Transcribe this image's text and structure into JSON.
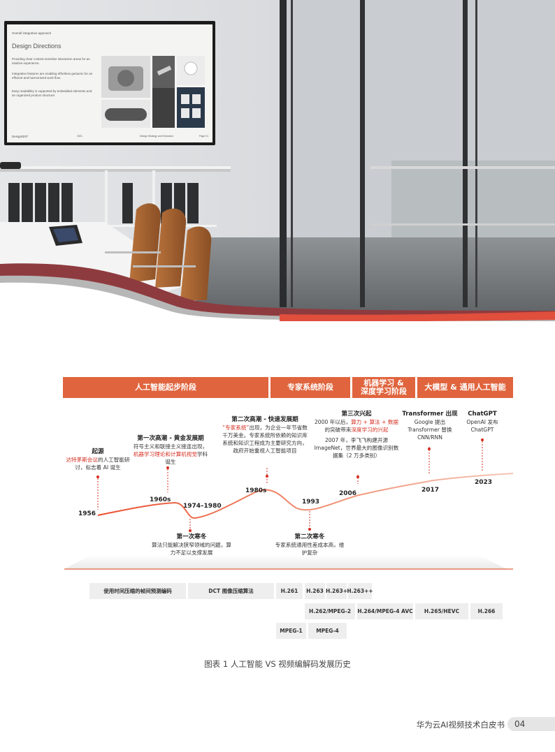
{
  "screen": {
    "eyebrow": "Overall integrative approach",
    "title": "Design Directions",
    "para1": "Providing clear context-sensitive interaction areas for an intuitive experience.",
    "para2": "Integrative features are enabling effortless gestures for an efficient and harmonized work flow.",
    "para3": "Easy readability is supported by embedded elements and an organized product structure.",
    "brand": "DesignDNT",
    "foot1": "2021",
    "foot2": "Design Strategy and Execution",
    "foot3": "Page 01"
  },
  "phases": [
    {
      "label": "人工智能起步阶段"
    },
    {
      "label": "专家系统阶段"
    },
    {
      "label": "机器学习 &\n深度学习阶段"
    },
    {
      "label": "大模型 & 通用人工智能"
    }
  ],
  "events": {
    "origin": {
      "title": "起源",
      "red_text": "达特茅斯会议",
      "text": "的人工智能研讨，标志着 AI 诞生"
    },
    "wave1": {
      "title": "第一次高潮 - 黄金发展期",
      "text1": "符号主义和联接主义接连出现，",
      "red_text": "机器学习理论和计算机视觉",
      "text2": "学科诞生"
    },
    "wave2": {
      "title": "第二次高潮 - 快速发展期",
      "red_text": "“专家系统”",
      "text": "出现，为企业一年节省数千万美金。专家系统所依赖的知识库系统和知识工程成为主要研究方向，政府开始重视人工智能项目"
    },
    "wave3": {
      "title": "第三次兴起",
      "text1": "2000 年以后，",
      "red_text1": "算力 + 算法 + 数据",
      "text2": "的突破带来",
      "red_text2": "深度学习的兴起",
      "text3": "2007 年，李飞飞构建开源 ImageNet，世界最大的图像识别数据集（2 万多类别）"
    },
    "transformer": {
      "title": "Transformer 出现",
      "text": "Google 提出 Transformer 替换 CNN/RNN"
    },
    "chatgpt": {
      "title": "ChatGPT",
      "text": "OpenAI 发布 ChatGPT"
    },
    "winter1": {
      "title": "第一次寒冬",
      "text": "算法只能解决狭窄领域的问题，算力不足以支撑发展"
    },
    "winter2": {
      "title": "第二次寒冬",
      "text": "专家系统通用性差成本高，维护复杂"
    }
  },
  "years": {
    "y1956": "1956",
    "y1960s": "1960s",
    "y1974": "1974–1980",
    "y1980s": "1980s",
    "y1993": "1993",
    "y2006": "2006",
    "y2017": "2017",
    "y2023": "2023"
  },
  "codecs": [
    {
      "label": "使用时间压缩的帧间预测编码"
    },
    {
      "label": "DCT 图像压缩算法"
    },
    {
      "label": "H.261"
    },
    {
      "label": "H.263"
    },
    {
      "label": "H.263+"
    },
    {
      "label": "H.263++"
    },
    {
      "label": "H.262/MPEG-2"
    },
    {
      "label": "H.264/MPEG-4 AVC"
    },
    {
      "label": "H.265/HEVC"
    },
    {
      "label": "H.266"
    },
    {
      "label": "MPEG-1"
    },
    {
      "label": "MPEG-4"
    }
  ],
  "caption": "图表 1  人工智能 VS 视频编解码发展历史",
  "footer": {
    "title": "华为云AI视频技术白皮书",
    "page": "04"
  },
  "colors": {
    "accent": "#e0643d",
    "highlight": "#d62d20",
    "curve_start": "#e94f2e",
    "curve_end": "#f5c6b5"
  }
}
